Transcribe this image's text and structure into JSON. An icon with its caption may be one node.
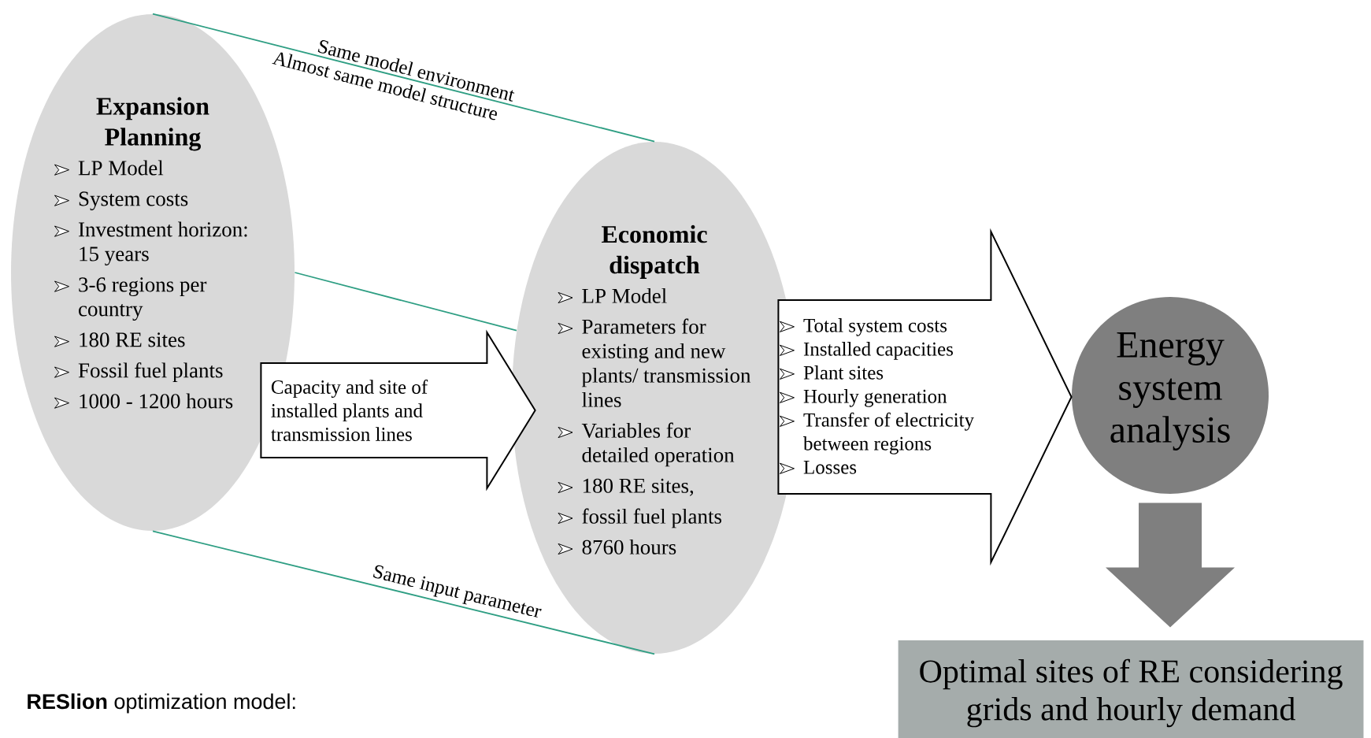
{
  "diagram": {
    "nodes": [
      {
        "text": [
          "Expansion Planning",
          "LP Model",
          "System costs",
          "Investment horizon: 15 years",
          "3-6 regions per country",
          "180 RE sites",
          "Fossil fuel plants",
          "1000 - 1200 hours"
        ]
      },
      {
        "text": [
          "Economic dispatch",
          "LP Model",
          "Parameters for existing and new plants/ transmission lines",
          "Variables for detailed operation",
          "180 RE sites,",
          "fossil fuel plants",
          "8760 hours"
        ]
      },
      {
        "text": [
          "Energy system analysis"
        ]
      },
      {
        "text": [
          "Optimal sites of RE considering grids and hourly demand"
        ]
      }
    ],
    "edges": [
      {
        "from": 0,
        "to": 1,
        "arrow": "none",
        "label": "Same model environment"
      },
      {
        "from": 0,
        "to": 1,
        "arrow": "none"
      },
      {
        "from": 0,
        "to": 1,
        "arrow": "none",
        "label": "Same input parameter"
      },
      {
        "from": 0,
        "to": 1,
        "arrow": "to",
        "style": "thick",
        "label": "Capacity and site of installed plants and transmission lines"
      },
      {
        "from": 1,
        "to": 2,
        "arrow": "to",
        "style": "thick"
      },
      {
        "from": 2,
        "to": 3,
        "arrow": "to",
        "style": "thick",
        "color": "#7f7f7f"
      }
    ],
    "labels": [
      "Almost same model structure",
      "Total system costs",
      "Installed capacities",
      "Plant sites",
      "Hourly generation",
      "Transfer of electricity between regions",
      "Losses",
      "**RESlion** optimization model:"
    ]
  }
}
